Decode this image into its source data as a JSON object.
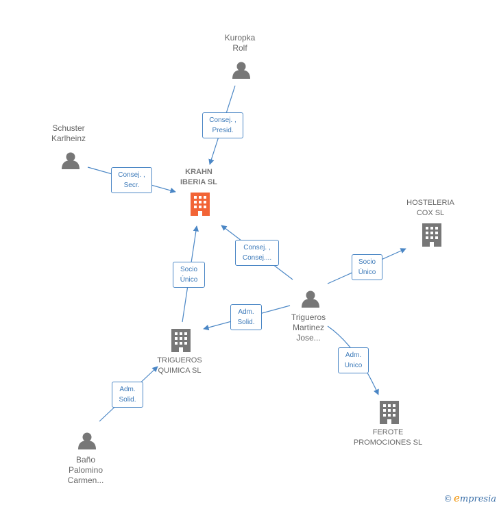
{
  "nodes": {
    "kuropka": {
      "label": "Kuropka\nRolf",
      "kind": "person"
    },
    "schuster": {
      "label": "Schuster\nKarlheinz",
      "kind": "person"
    },
    "krahn": {
      "label": "KRAHN\nIBERIA  SL",
      "kind": "company",
      "main": true
    },
    "hosteleria": {
      "label": "HOSTELERIA\nCOX SL",
      "kind": "company"
    },
    "trigueros_martinez": {
      "label": "Trigueros\nMartinez\nJose...",
      "kind": "person"
    },
    "trigueros_quimica": {
      "label": "TRIGUEROS\nQUIMICA SL",
      "kind": "company"
    },
    "ferote": {
      "label": "FEROTE\nPROMOCIONES SL",
      "kind": "company"
    },
    "bano": {
      "label": "Baño\nPalomino\nCarmen...",
      "kind": "person"
    }
  },
  "edges": [
    {
      "id": "e1",
      "from": "kuropka",
      "to": "krahn",
      "label": "Consej. ,\nPresid."
    },
    {
      "id": "e2",
      "from": "schuster",
      "to": "krahn",
      "label": "Consej. ,\nSecr."
    },
    {
      "id": "e3",
      "from": "trigueros_martinez",
      "to": "krahn",
      "label": "Consej. ,\nConsej...."
    },
    {
      "id": "e4",
      "from": "trigueros_quimica",
      "to": "krahn",
      "label": "Socio\nÚnico"
    },
    {
      "id": "e5",
      "from": "trigueros_martinez",
      "to": "hosteleria",
      "label": "Socio\nÚnico"
    },
    {
      "id": "e6",
      "from": "trigueros_martinez",
      "to": "trigueros_quimica",
      "label": "Adm.\nSolid."
    },
    {
      "id": "e7",
      "from": "trigueros_martinez",
      "to": "ferote",
      "label": "Adm.\nUnico"
    },
    {
      "id": "e8",
      "from": "bano",
      "to": "trigueros_quimica",
      "label": "Adm.\nSolid."
    }
  ],
  "colors": {
    "edge": "#4a86c5",
    "person_icon": "#777777",
    "company_icon": "#777777",
    "main_company_icon": "#f26436"
  },
  "watermark": {
    "copyright": "©",
    "brand_first": "e",
    "brand_rest": "mpresia"
  }
}
